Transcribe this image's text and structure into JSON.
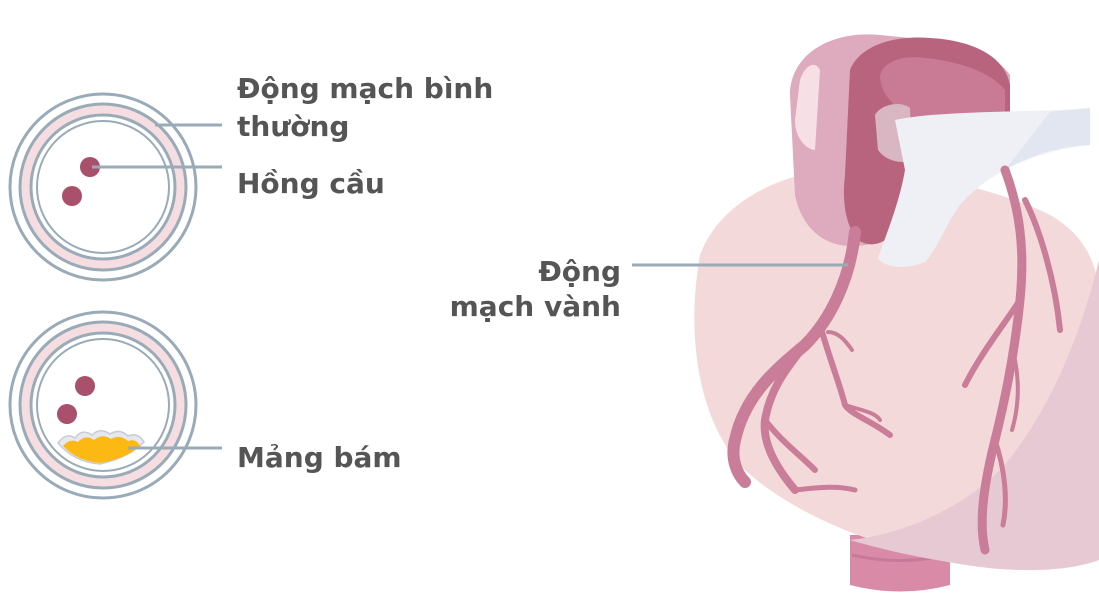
{
  "labels": {
    "normal_artery_line1": "Động mạch bình",
    "normal_artery_line2": "thường",
    "red_blood_cell": "Hồng cầu",
    "plaque": "Mảng bám",
    "coronary_artery_line1": "Động",
    "coronary_artery_line2": "mạch vành"
  },
  "colors": {
    "artery_ring": "#9aabb8",
    "artery_wall": "#f6dde1",
    "blood_cell": "#a8506c",
    "plaque": "#fdb913",
    "leader_line": "#9aabb8",
    "label_text": "#555555",
    "heart_body": "#f3d9da",
    "heart_shadow": "#e5c6d0",
    "aorta": "#d99fb5",
    "pulmonary": "#c06f8f",
    "coronary_vessel": "#c97d98",
    "vein_white": "#eef0f6"
  }
}
